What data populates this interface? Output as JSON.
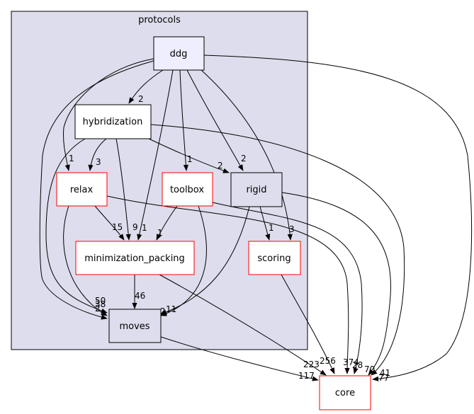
{
  "cluster": {
    "label": "protocols"
  },
  "nodes": {
    "ddg": "ddg",
    "hybridization": "hybridization",
    "relax": "relax",
    "toolbox": "toolbox",
    "rigid": "rigid",
    "minimization_packing": "minimization_packing",
    "scoring": "scoring",
    "moves": "moves",
    "core": "core"
  },
  "edge_labels": {
    "ddg_hybridization": "2",
    "ddg_relax": "1",
    "ddg_toolbox": "1",
    "ddg_rigid": "2",
    "ddg_minpack": "1",
    "ddg_scoring": "3",
    "ddg_moves": "2",
    "ddg_core": "77",
    "hyb_relax": "3",
    "hyb_minpack": "9",
    "hyb_rigid": "2",
    "hyb_core": "41",
    "relax_minpack": "15",
    "relax_moves": "38",
    "relax_core": "374",
    "toolbox_minpack": "1",
    "toolbox_moves": "2",
    "toolbox_core": "28",
    "rigid_scoring": "1",
    "rigid_moves": "11",
    "rigid_core": "70",
    "hyb_moves": "50",
    "minpack_moves": "46",
    "minpack_core": "223",
    "scoring_core": "256",
    "moves_core": "117"
  },
  "colors": {
    "cluster_fill": "#dddded",
    "node_highlight": "#eeeeff",
    "node_red_border": "#ff0000",
    "node_black_border": "#000000"
  }
}
